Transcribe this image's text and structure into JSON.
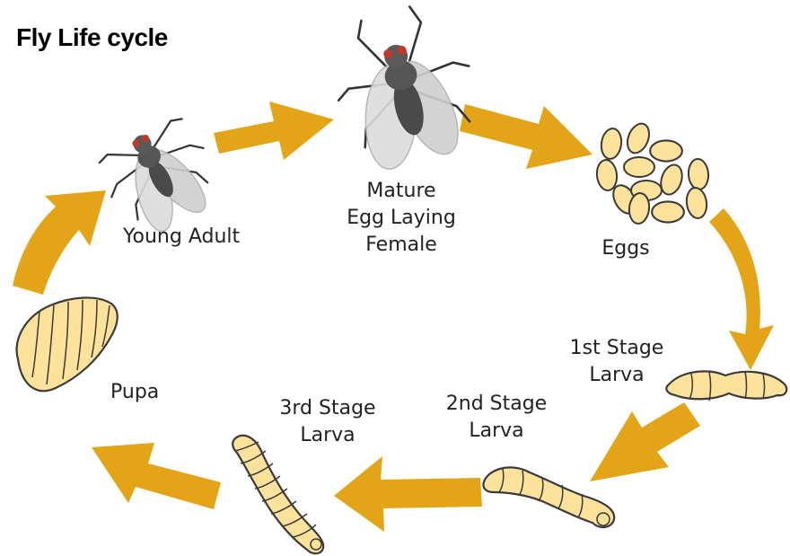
{
  "title": "Fly Life cycle",
  "colors": {
    "arrow": "#E3A517",
    "fill": "#FCE29A",
    "outline": "#3a3a3a",
    "wing": "#d9d9d9",
    "fly_body": "#4a4a4a",
    "fly_eye": "#c0392b"
  },
  "stages": {
    "young_adult": "Young Adult",
    "mature_female": "Mature\nEgg Laying\nFemale",
    "eggs": "Eggs",
    "larva1": "1st Stage\nLarva",
    "larva2": "2nd Stage\nLarva",
    "larva3": "3rd Stage\nLarva",
    "pupa": "Pupa"
  }
}
